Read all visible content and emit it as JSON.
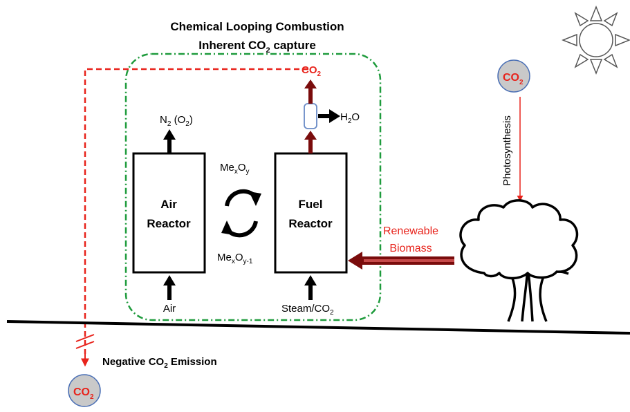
{
  "title": {
    "line1": "Chemical Looping Combustion",
    "line2_pre": "Inherent CO",
    "line2_sub": "2",
    "line2_post": " capture"
  },
  "air_reactor": {
    "line1": "Air",
    "line2": "Reactor"
  },
  "fuel_reactor": {
    "line1": "Fuel",
    "line2": "Reactor"
  },
  "air_reactor_outlet": {
    "n": "N",
    "n_sub": "2",
    "rest": " (O",
    "o_sub": "2",
    "close": ")"
  },
  "air_reactor_inlet": "Air",
  "fuel_reactor_inlet": {
    "pre": "Steam/CO",
    "sub": "2"
  },
  "oxidized_carrier": {
    "me": "Me",
    "x": "x",
    "o": "O",
    "y": "y"
  },
  "reduced_carrier": {
    "me": "Me",
    "x": "x",
    "o": "O",
    "y": "y-1"
  },
  "water_output": {
    "pre": "H",
    "sub": "2",
    "post": "O"
  },
  "co2_output": {
    "pre": "CO",
    "sub": "2"
  },
  "co2_atmosphere": {
    "pre": "CO",
    "sub": "2"
  },
  "co2_stored": {
    "pre": "CO",
    "sub": "2"
  },
  "photosynthesis_label": "Photosynthesis",
  "biomass_label": {
    "line1": "Renewable",
    "line2": "Biomass"
  },
  "negative_emission": {
    "pre": "Negative CO",
    "sub": "2",
    "post": " Emission"
  },
  "colors": {
    "red": "#e8231b",
    "dark_red": "#7a0c0c",
    "green_boundary": "#1e9b3c",
    "circle_fill": "#c9c9c9",
    "line": "#000000"
  },
  "icons": [
    "sun-icon",
    "tree-icon",
    "cycle-arrow-icon",
    "condenser-icon"
  ]
}
